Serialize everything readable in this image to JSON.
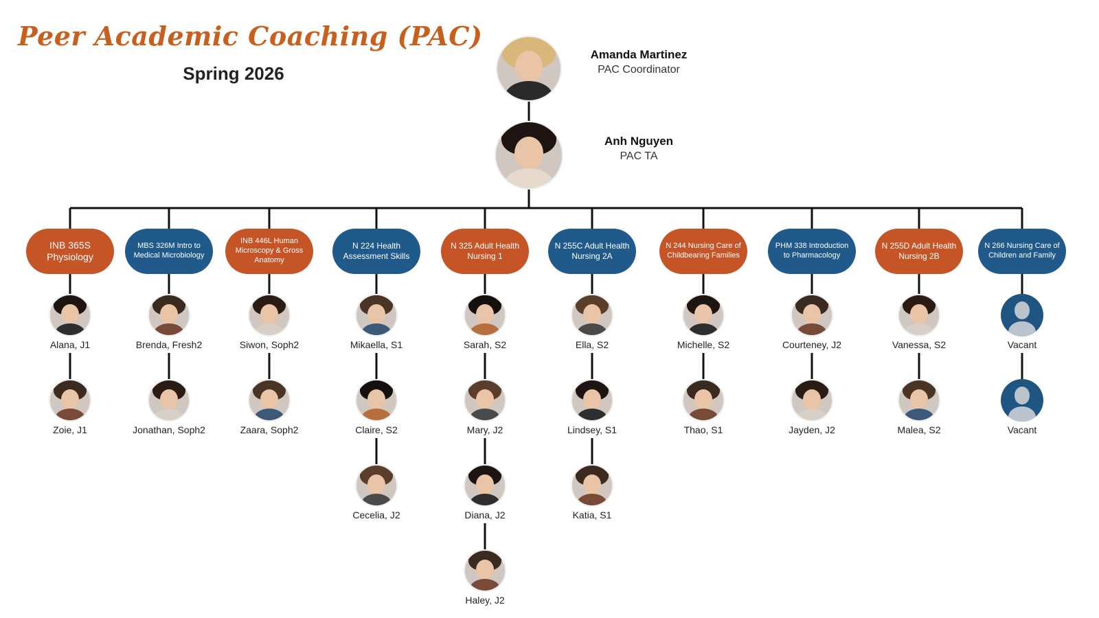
{
  "header": {
    "title": "Peer Academic Coaching (PAC)",
    "subtitle": "Spring 2026"
  },
  "coordinator": {
    "name": "Amanda Martinez",
    "role": "PAC Coordinator"
  },
  "ta": {
    "name": "Anh Nguyen",
    "role": "PAC TA"
  },
  "colors": {
    "orange": "#c55426",
    "blue": "#1f5a8b",
    "title": "#c85f1d"
  },
  "courses": [
    {
      "label": "INB 365S Physiology",
      "color": "orange",
      "coaches": [
        "Alana, J1",
        "Zoie, J1"
      ]
    },
    {
      "label": "MBS 326M Intro to Medical Microbiology",
      "color": "blue",
      "coaches": [
        "Brenda, Fresh2",
        "Jonathan, Soph2"
      ]
    },
    {
      "label": "INB 446L Human Microscopy & Gross Anatomy",
      "color": "orange",
      "coaches": [
        "Siwon, Soph2",
        "Zaara, Soph2"
      ]
    },
    {
      "label": "N 224 Health Assessment Skills",
      "color": "blue",
      "coaches": [
        "Mikaella, S1",
        "Claire, S2",
        "Cecelia, J2"
      ]
    },
    {
      "label": "N 325 Adult Health Nursing 1",
      "color": "orange",
      "coaches": [
        "Sarah, S2",
        "Mary, J2",
        "Diana, J2",
        "Haley, J2"
      ]
    },
    {
      "label": "N 255C Adult Health Nursing 2A",
      "color": "blue",
      "coaches": [
        "Ella, S2",
        "Lindsey, S1",
        "Katia, S1"
      ]
    },
    {
      "label": "N 244 Nursing Care of Childbearing Families",
      "color": "orange",
      "coaches": [
        "Michelle, S2",
        "Thao, S1"
      ]
    },
    {
      "label": "PHM 338 Introduction to Pharmacology",
      "color": "blue",
      "coaches": [
        "Courteney, J2",
        "Jayden, J2"
      ]
    },
    {
      "label": "N 255D Adult Health Nursing 2B",
      "color": "orange",
      "coaches": [
        "Vanessa, S2",
        "Malea, S2"
      ]
    },
    {
      "label": "N 266 Nursing Care of Children and Family",
      "color": "blue",
      "coaches": [
        "Vacant",
        "Vacant"
      ]
    }
  ]
}
